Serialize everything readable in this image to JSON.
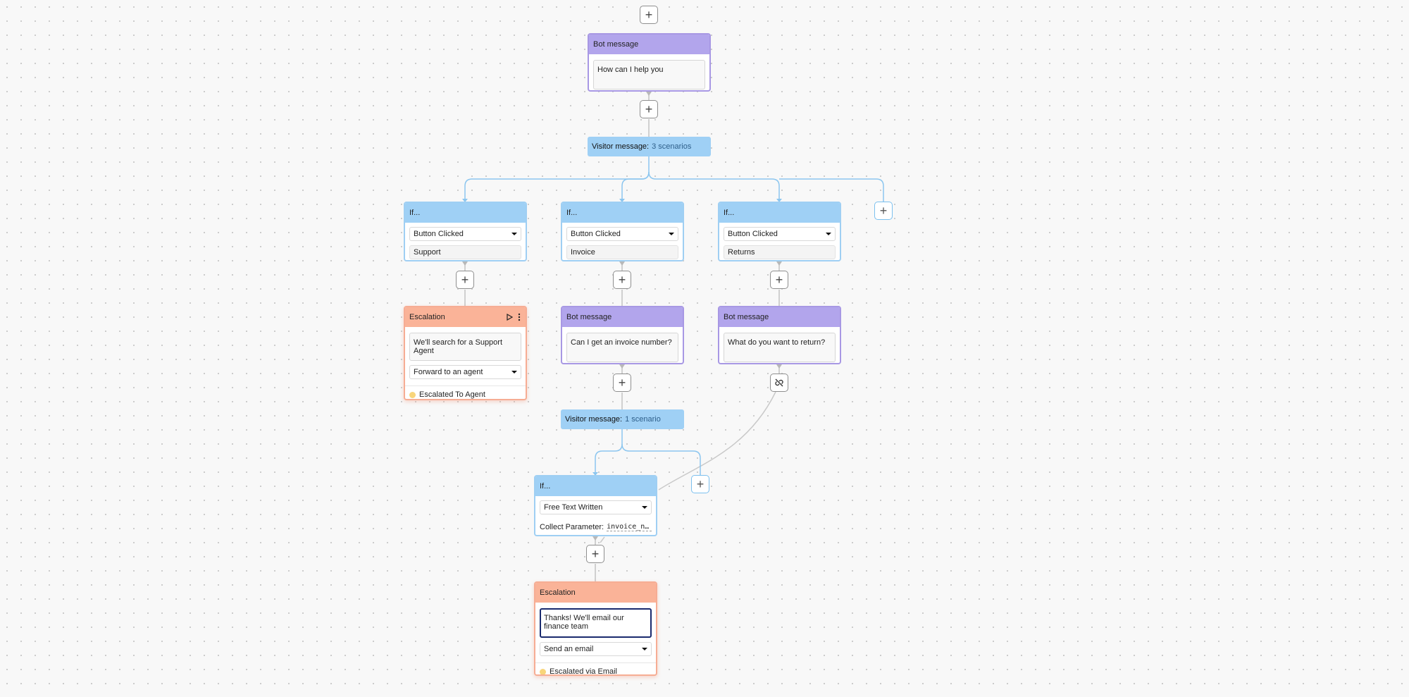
{
  "nodes": {
    "bot_welcome": {
      "header": "Bot message",
      "text": "How can I help you"
    },
    "visitor_main": {
      "label": "Visitor message:",
      "count": "3 scenarios"
    },
    "if_support": {
      "header": "If...",
      "condition": "Button Clicked",
      "value": "Support"
    },
    "if_invoice": {
      "header": "If...",
      "condition": "Button Clicked",
      "value": "Invoice"
    },
    "if_returns": {
      "header": "If...",
      "condition": "Button Clicked",
      "value": "Returns"
    },
    "esc_support": {
      "header": "Escalation",
      "text": "We'll search for a Support Agent",
      "action": "Forward to an agent",
      "status": "Escalated To Agent"
    },
    "bot_invoice": {
      "header": "Bot message",
      "text": "Can I get an invoice number?"
    },
    "bot_returns": {
      "header": "Bot message",
      "text": "What do you want to return?"
    },
    "visitor_invoice": {
      "label": "Visitor message:",
      "count": "1 scenario"
    },
    "if_freetext": {
      "header": "If...",
      "condition": "Free Text Written",
      "param_label": "Collect Parameter:",
      "param_value": "invoice_num…"
    },
    "esc_finance": {
      "header": "Escalation",
      "text": "Thanks! We'll email our finance team",
      "action": "Send an email",
      "status": "Escalated via Email"
    }
  },
  "add_glyph": "+",
  "colors": {
    "bot": "#b2a5ec",
    "condition": "#9fd0f5",
    "escalation": "#fab398",
    "edge_blue": "#8cc6ef",
    "edge_grey": "#c2c2c2",
    "status_dot": "#f8d57a"
  }
}
